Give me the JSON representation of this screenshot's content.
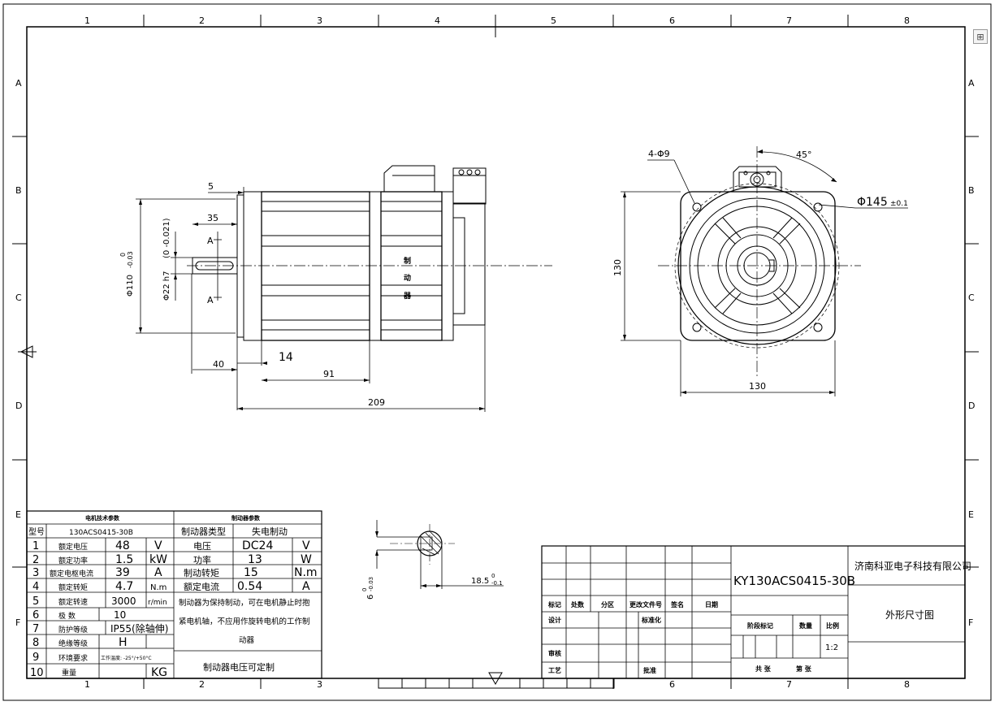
{
  "zoom_icon": "fit-page-icon",
  "border": {
    "cols": [
      "1",
      "2",
      "3",
      "4",
      "5",
      "6",
      "7",
      "8"
    ],
    "rows": [
      "A",
      "B",
      "C",
      "D",
      "E",
      "F"
    ]
  },
  "dims": {
    "d5": "5",
    "d35": "35",
    "d40": "40",
    "d14": "14",
    "d91": "91",
    "d209": "209",
    "phi110": "Φ110",
    "phi110_tol_up": "0",
    "phi110_tol_dn": "-0.03",
    "phi22": "Φ22 h7",
    "phi22_tol": "(0 -0.021)",
    "section_a": "A",
    "brake_label": [
      "制",
      "动",
      "器"
    ],
    "holes": "4-Φ9",
    "angle": "45°",
    "phi145": "Φ145",
    "phi145_tol": "±0.1",
    "side130": "130",
    "bottom130": "130",
    "key_depth": "18.5",
    "key_depth_tol_up": "0",
    "key_depth_tol_dn": "-0.1",
    "key_width": "6",
    "key_width_tol_dn": "-0.03",
    "key_width_tol_up": "0"
  },
  "motor_table": {
    "title": "电机技术参数",
    "model_label": "型号",
    "model_value": "130ACS0415-30B",
    "rows": [
      {
        "n": "1",
        "name": "额定电压",
        "value": "48",
        "unit": "V"
      },
      {
        "n": "2",
        "name": "额定功率",
        "value": "1.5",
        "unit": "kW"
      },
      {
        "n": "3",
        "name": "额定电枢电流",
        "value": "39",
        "unit": "A"
      },
      {
        "n": "4",
        "name": "额定转矩",
        "value": "4.7",
        "unit": "N.m"
      },
      {
        "n": "5",
        "name": "额定转速",
        "value": "3000",
        "unit": "r/min"
      },
      {
        "n": "6",
        "name": "极  数",
        "value": "10",
        "unit": ""
      },
      {
        "n": "7",
        "name": "防护等级",
        "value": "IP55(除轴伸)",
        "unit": ""
      },
      {
        "n": "8",
        "name": "绝缘等级",
        "value": "H",
        "unit": ""
      },
      {
        "n": "9",
        "name": "环境要求",
        "value": "工作温度: -25°/+50°C",
        "unit": ""
      },
      {
        "n": "10",
        "name": "重量",
        "value": "",
        "unit": "KG"
      }
    ]
  },
  "brake_table": {
    "title": "制动器参数",
    "type_label": "制动器类型",
    "type_value": "失电制动",
    "rows": [
      {
        "name": "电压",
        "value": "DC24",
        "unit": "V"
      },
      {
        "name": "功率",
        "value": "13",
        "unit": "W"
      },
      {
        "name": "制动转矩",
        "value": "15",
        "unit": "N.m"
      },
      {
        "name": "额定电流",
        "value": "0.54",
        "unit": "A"
      }
    ],
    "note": [
      "制动器为保持制动，可在电机静止时抱",
      "紧电机轴，不应用作旋转电机的工作制",
      "动器"
    ],
    "footer": "制动器电压可定制"
  },
  "title_block": {
    "part_no": "KY130ACS0415-30B",
    "company": "济南科亚电子科技有限公司",
    "drawing_name": "外形尺寸图",
    "rev_headers": [
      "标记",
      "处数",
      "分区",
      "更改文件号",
      "签名",
      "日期"
    ],
    "design": "设计",
    "standardize": "标准化",
    "review": "审核",
    "process": "工艺",
    "approve": "批准",
    "stage_mark": "阶段标记",
    "weight": "数量",
    "scale": "比例",
    "scale_value": "1:2",
    "total_sheets": "共  张",
    "sheet_no": "第  张"
  }
}
